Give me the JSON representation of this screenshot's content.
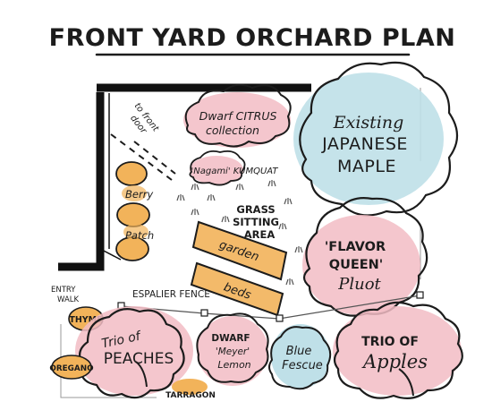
{
  "title": "FRONT YARD ORCHARD PLAN",
  "colors": {
    "ink": "#1c1c1c",
    "pink": "#f2bcc4",
    "blue": "#bfe0e8",
    "orange": "#f2b35a",
    "grass": "#555555"
  },
  "labels": {
    "to_front_door": [
      "to front",
      "door"
    ],
    "dwarf_citrus": [
      "Dwarf CITRUS",
      "collection"
    ],
    "maple": [
      "Existing",
      "JAPANESE",
      "MAPLE"
    ],
    "kumquat": "'Nagami' KUMQUAT",
    "berry_patch": [
      "Berry",
      "Patch"
    ],
    "grass_area": [
      "GRASS",
      "SITTING",
      "AREA"
    ],
    "garden_beds": [
      "garden",
      "beds"
    ],
    "pluot": [
      "'FLAVOR",
      "QUEEN'",
      "Pluot"
    ],
    "entry_walk": [
      "ENTRY",
      "WALK"
    ],
    "espalier_fence": "ESPALIER FENCE",
    "thyme": "THYME",
    "peaches": [
      "Trio of",
      "PEACHES"
    ],
    "meyer_lemon": [
      "DWARF",
      "'Meyer'",
      "Lemon"
    ],
    "blue_fescue": [
      "Blue",
      "Fescue"
    ],
    "apples": [
      "TRIO OF",
      "Apples"
    ],
    "oregano": "OREGANO",
    "tarragon": "TARRAGON"
  }
}
